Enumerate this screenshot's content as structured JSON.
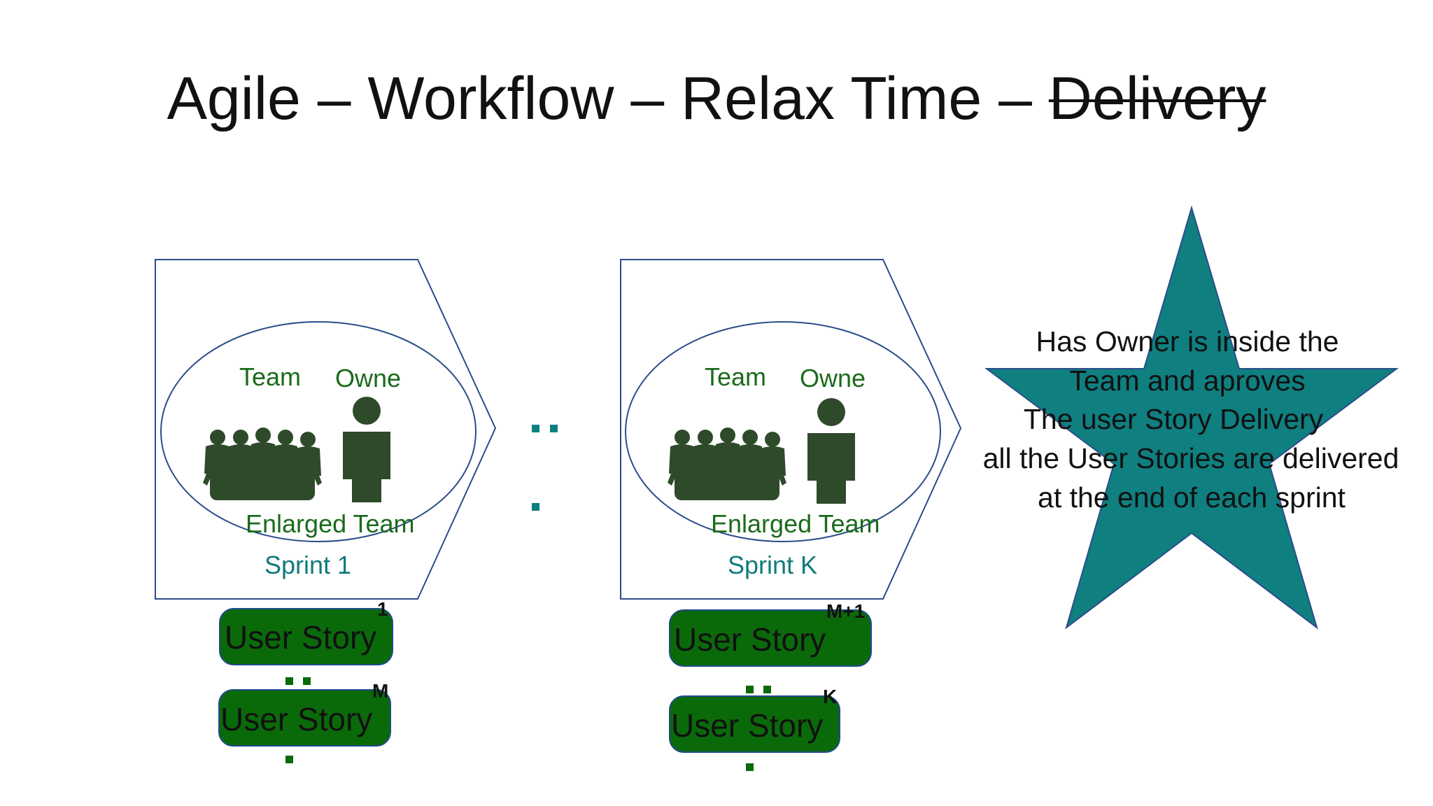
{
  "title": {
    "prefix": "Agile – Workflow – Relax Time – ",
    "struck": "Delivery"
  },
  "colors": {
    "team_green": "#1b6b1b",
    "sprint_teal": "#117a7a",
    "star_teal": "#0f7f80",
    "story_fill": "#0a6a0a",
    "outline_blue": "#2b4d8a",
    "silhouette": "#2e4a2a"
  },
  "sprints": [
    {
      "team_label": "Team",
      "owner_label": "Owne",
      "enlarged_label": "Enlarged Team",
      "sprint_label": "Sprint 1",
      "stories": [
        {
          "label": "User Story",
          "index": "1"
        },
        {
          "label": "User Story",
          "index": "M"
        }
      ]
    },
    {
      "team_label": "Team",
      "owner_label": "Owne",
      "enlarged_label": "Enlarged Team",
      "sprint_label": "Sprint K",
      "stories": [
        {
          "label": "User Story",
          "index": "M+1"
        },
        {
          "label": "User Story",
          "index": "K"
        }
      ]
    }
  ],
  "star": {
    "lines": [
      "Has Owner is inside the",
      "Team and aproves",
      "The user Story Delivery",
      "all the User Stories are delivered",
      "at the end of each sprint"
    ]
  },
  "icons": {
    "team": "team-silhouette-icon",
    "owner": "owner-silhouette-icon",
    "ellipsis": "ellipsis-dots-icon"
  }
}
